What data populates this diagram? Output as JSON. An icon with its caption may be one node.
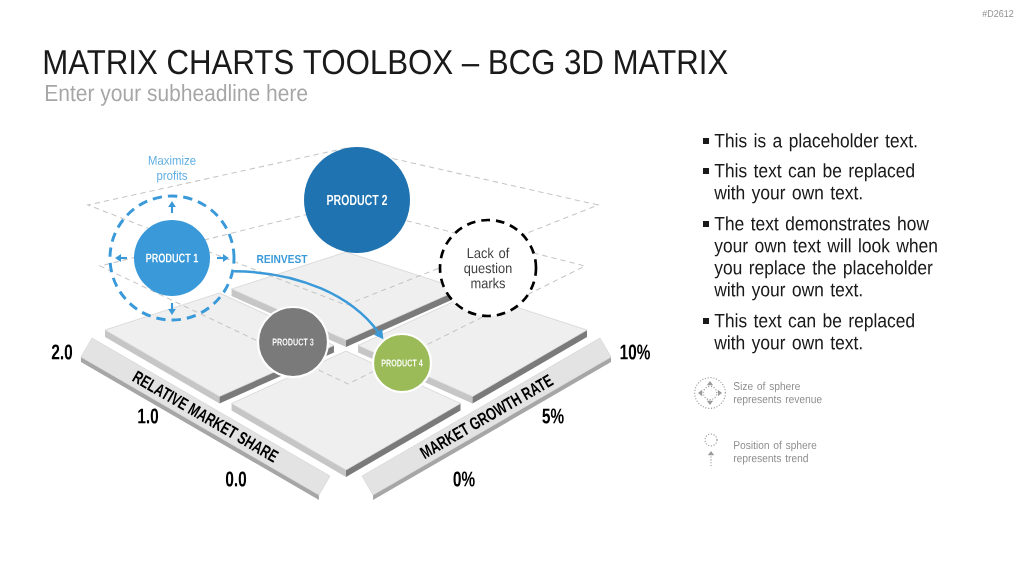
{
  "diagram": {
    "title": "MATRIX CHARTS TOOLBOX – BCG 3D MATRIX",
    "nodes": [
      {
        "text": [
          "PRODUCT 2"
        ]
      },
      {
        "text": [],
        "shape": "circle",
        "beside": [
          "Maximize profits"
        ]
      },
      {
        "text": [
          "PRODUCT 1"
        ],
        "in": 1
      },
      {
        "text": [
          "Lack of question marks"
        ]
      },
      {
        "text": [
          "PRODUCT 3"
        ]
      },
      {
        "text": [
          "PRODUCT 4"
        ]
      },
      {
        "text": [
          "RELATIVE MARKET SHARE"
        ]
      },
      {
        "text": [
          "MARKET GROWTH RATE"
        ]
      }
    ],
    "edges": [
      {
        "from": 1,
        "to": 5,
        "arrow": "to",
        "label": "REINVEST"
      }
    ],
    "labels": [
      "#D2612",
      "Enter your subheadline here",
      "This is a placeholder text.",
      "This text can be replaced with your own text.",
      "The text demonstrates how your own text will look when you replace the placeholder with your own text.",
      "This text can be replaced with your own text.",
      "2.0",
      "10%",
      "1.0",
      "5%",
      "0.0",
      "0%"
    ],
    "legend": [
      {
        "text": "Size of sphere represents revenue"
      },
      {
        "text": "Position of sphere represents trend"
      }
    ]
  }
}
